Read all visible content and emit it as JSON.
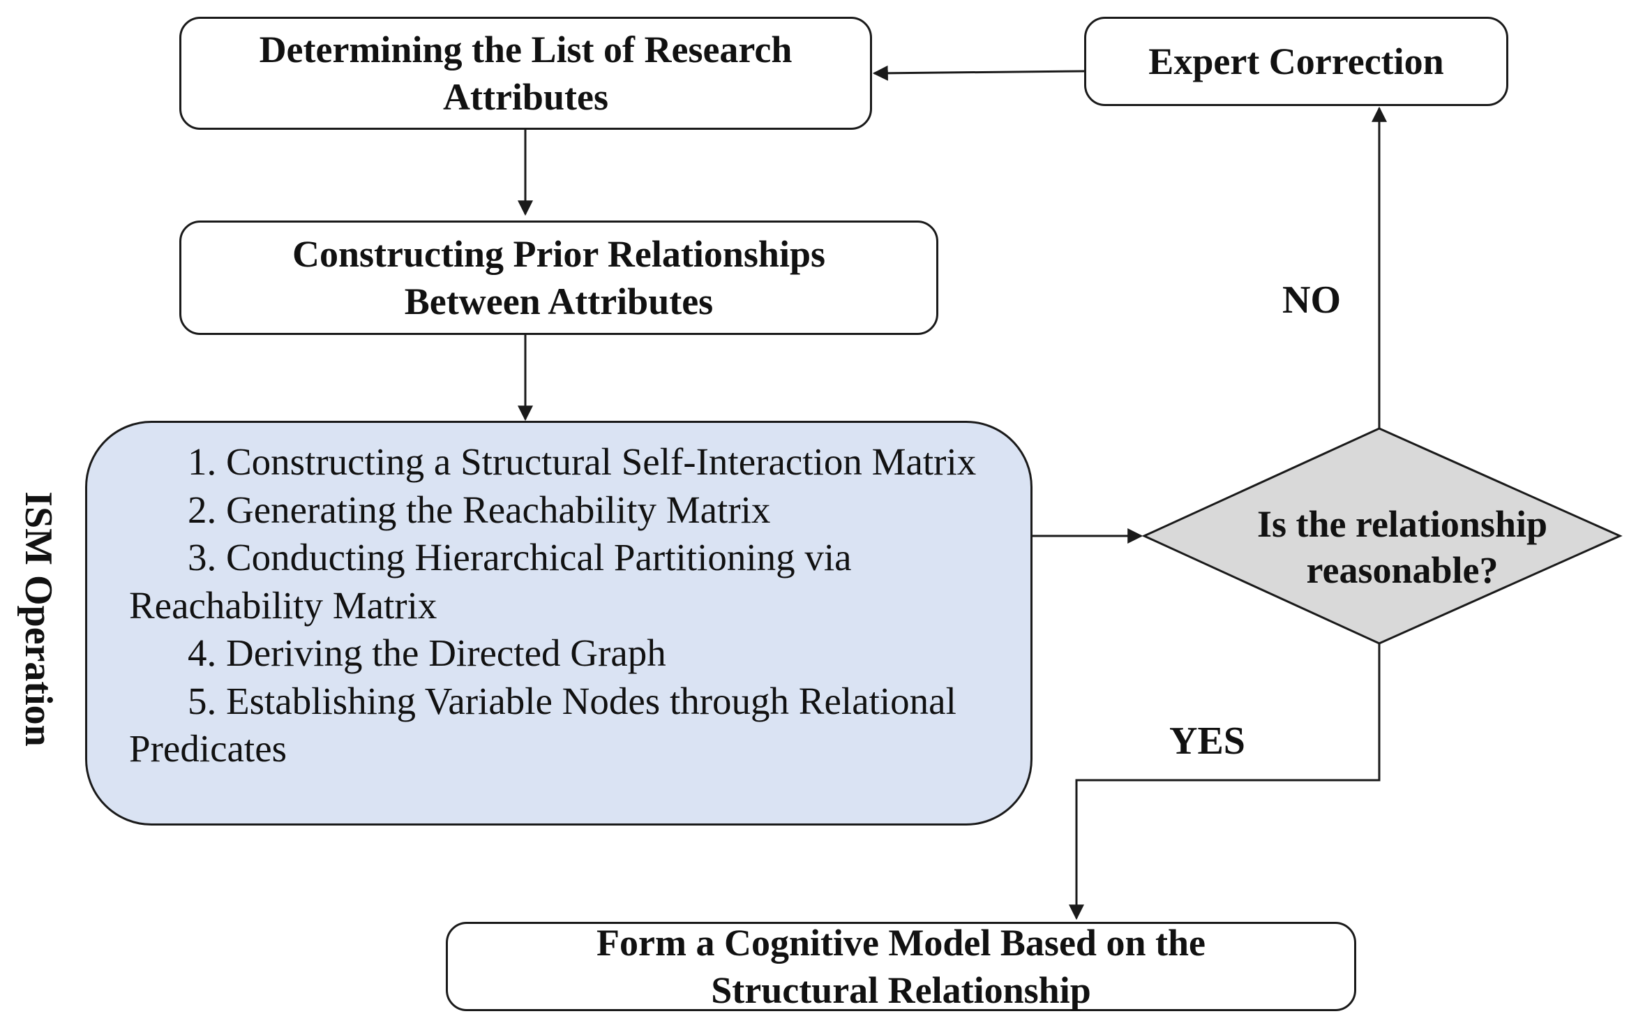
{
  "nodes": {
    "determine_attributes": "Determining the List of Research\nAttributes",
    "prior_relationships": "Constructing Prior Relationships\nBetween Attributes",
    "expert_correction": "Expert Correction",
    "decision": "Is the relationship\nreasonable?",
    "cognitive_model": "Form a Cognitive Model Based on the\nStructural Relationship"
  },
  "ism": {
    "label": "ISM Operation",
    "steps": [
      "1. Constructing a Structural Self-Interaction Matrix",
      "2. Generating the Reachability Matrix",
      "3. Conducting Hierarchical Partitioning via Reachability Matrix",
      "4. Deriving the Directed Graph",
      "5. Establishing Variable Nodes through Relational Predicates"
    ]
  },
  "edges": {
    "no_label": "NO",
    "yes_label": "YES"
  },
  "colors": {
    "ism_fill": "#dae3f3",
    "decision_fill": "#d9d9d9",
    "stroke": "#1a1a1a"
  }
}
